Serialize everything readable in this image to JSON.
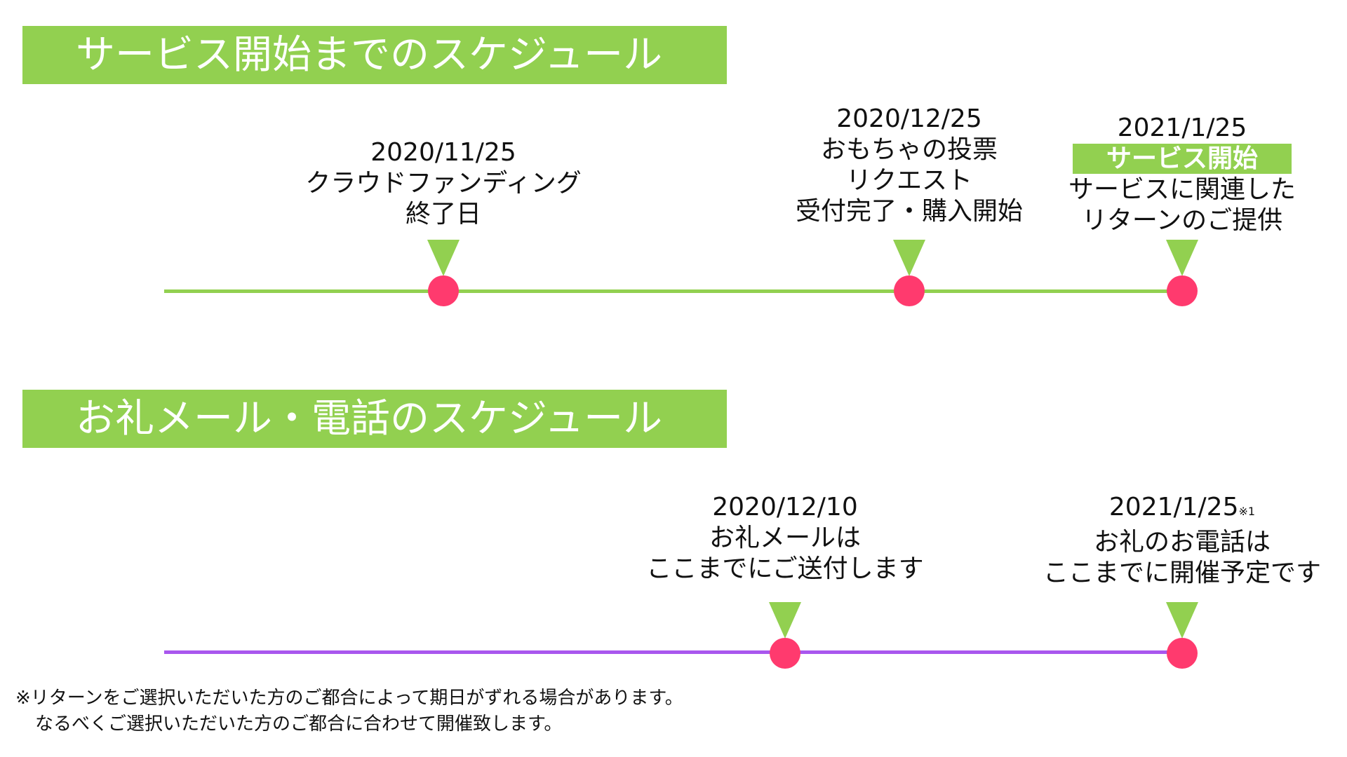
{
  "section1": {
    "title": "サービス開始までのスケジュール",
    "events": [
      {
        "date": "2020/11/25",
        "lines": [
          "クラウドファンディング",
          "終了日"
        ]
      },
      {
        "date": "2020/12/25",
        "lines": [
          "おもちゃの投票",
          "リクエスト",
          "受付完了・購入開始"
        ]
      },
      {
        "date": "2021/1/25",
        "highlight": "サービス開始",
        "lines": [
          "サービスに関連した",
          "リターンのご提供"
        ]
      }
    ]
  },
  "section2": {
    "title": "お礼メール・電話のスケジュール",
    "events": [
      {
        "date": "2020/12/10",
        "lines": [
          "お礼メールは",
          "ここまでにご送付します"
        ]
      },
      {
        "date": "2021/1/25",
        "note_mark": "※1",
        "lines": [
          "お礼のお電話は",
          "ここまでに開催予定です"
        ]
      }
    ]
  },
  "footnote": {
    "line1": "※リターンをご選択いただいた方のご都合によって期日がずれる場合があります。",
    "line2": "なるべくご選択いただいた方のご都合に合わせて開催致します。"
  },
  "colors": {
    "accent": "#92d050",
    "marker": "#ff3a6e",
    "line2": "#a957ee"
  }
}
